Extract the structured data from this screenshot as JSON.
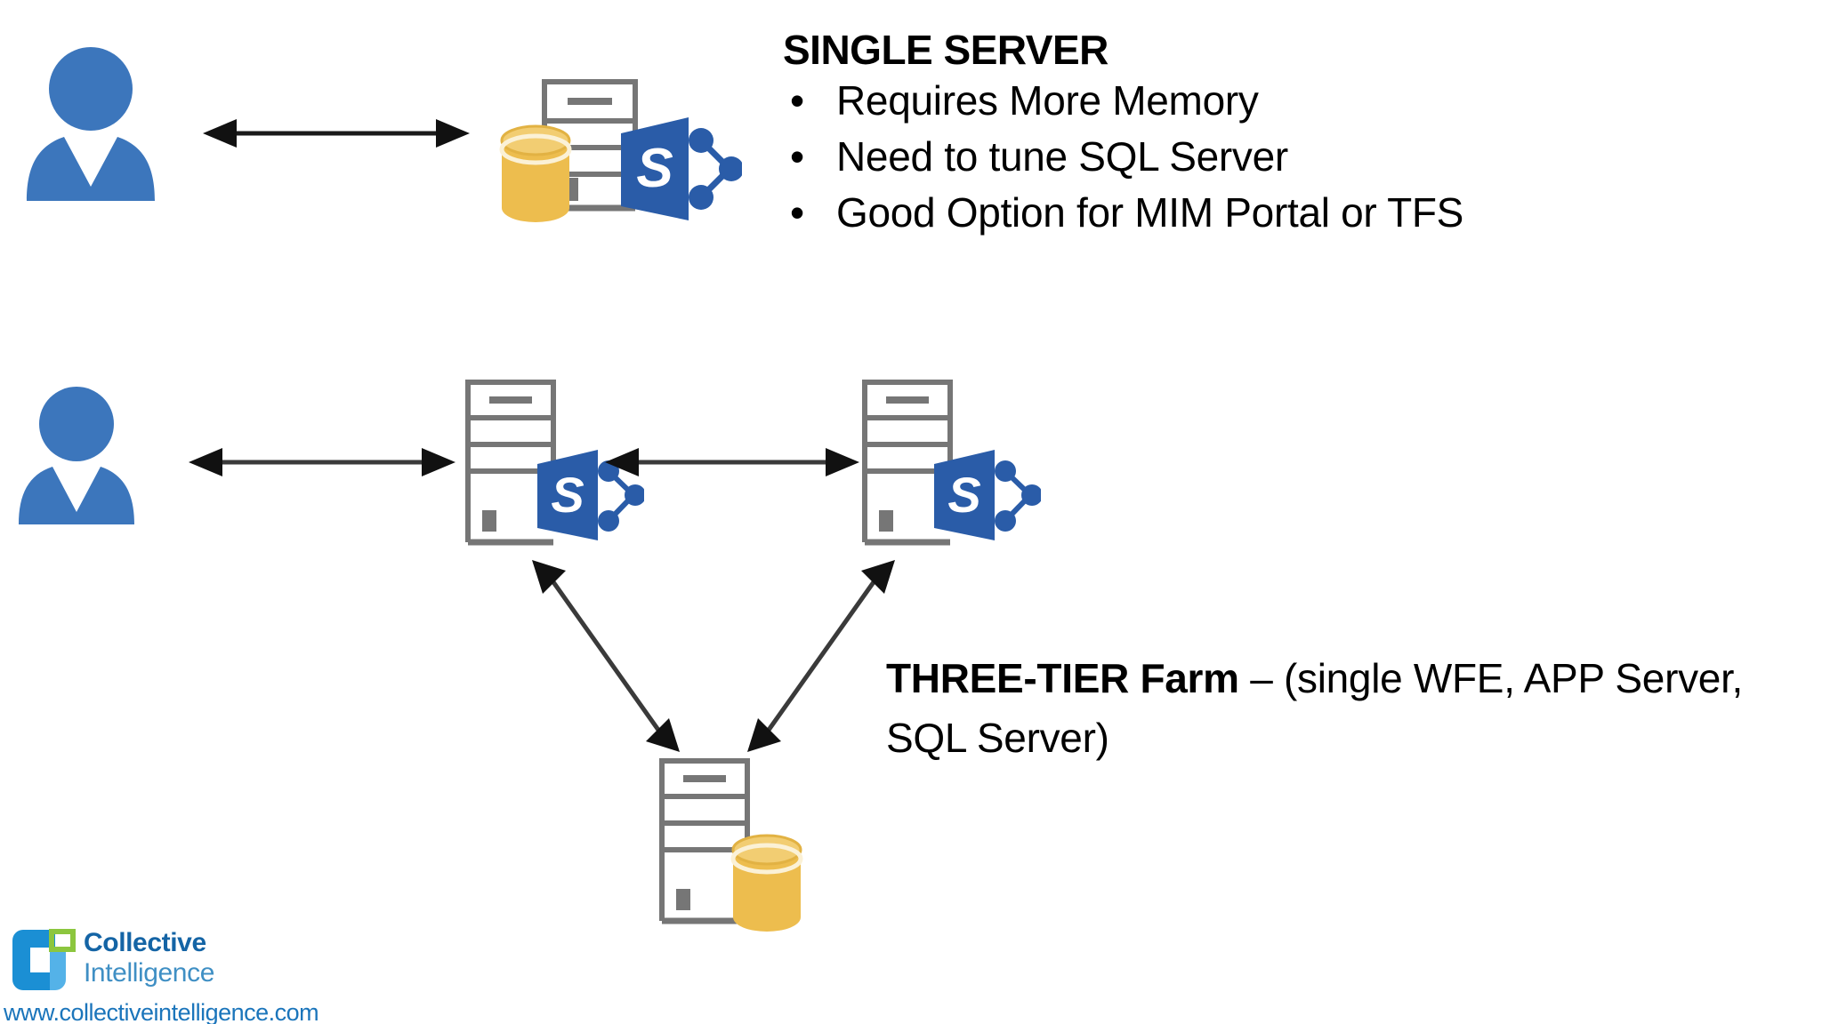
{
  "slide": {
    "background_color": "#FFFFFF",
    "title_text_color": "#000000"
  },
  "palette": {
    "person_blue": "#3C76BC",
    "server_gray": "#767676",
    "database_gold": "#EDBD4E",
    "sharepoint_blue": "#2A5CA8",
    "arrow_black": "#1A1A1A",
    "logo_blue": "#1B75BB",
    "logo_dark_blue": "#1464A5",
    "logo_light_blue": "#3F8FC4",
    "logo_green": "#8CC63E"
  },
  "single_server": {
    "heading": "SINGLE SERVER",
    "bullet_glyph": "•",
    "bullets": [
      "Requires More Memory",
      "Need to tune SQL Server",
      "Good Option for MIM Portal or TFS"
    ]
  },
  "three_tier": {
    "strong_label": "THREE-TIER Farm",
    "rest": " – (single WFE, APP Server, SQL Server)"
  },
  "diagram": {
    "row1": {
      "user_label": "user-icon",
      "arrow_label": "bidirectional-arrow",
      "server_label": "single-server-node",
      "database_label": "sql-database-icon",
      "sharepoint_label": "sharepoint-logo"
    },
    "row2": {
      "user_label": "user-icon",
      "arrow_user_to_wfe": "bidirectional-arrow",
      "wfe_server_label": "wfe-server-node",
      "arrow_wfe_to_app": "bidirectional-arrow",
      "app_server_label": "app-server-node",
      "arrow_wfe_to_sql": "bidirectional-arrow-diagonal",
      "arrow_app_to_sql": "bidirectional-arrow-diagonal",
      "sql_server_label": "sql-server-node"
    }
  },
  "footer": {
    "brand_line1": "Collective",
    "brand_line2": "Intelligence",
    "url": "www.collectiveintelligence.com"
  }
}
